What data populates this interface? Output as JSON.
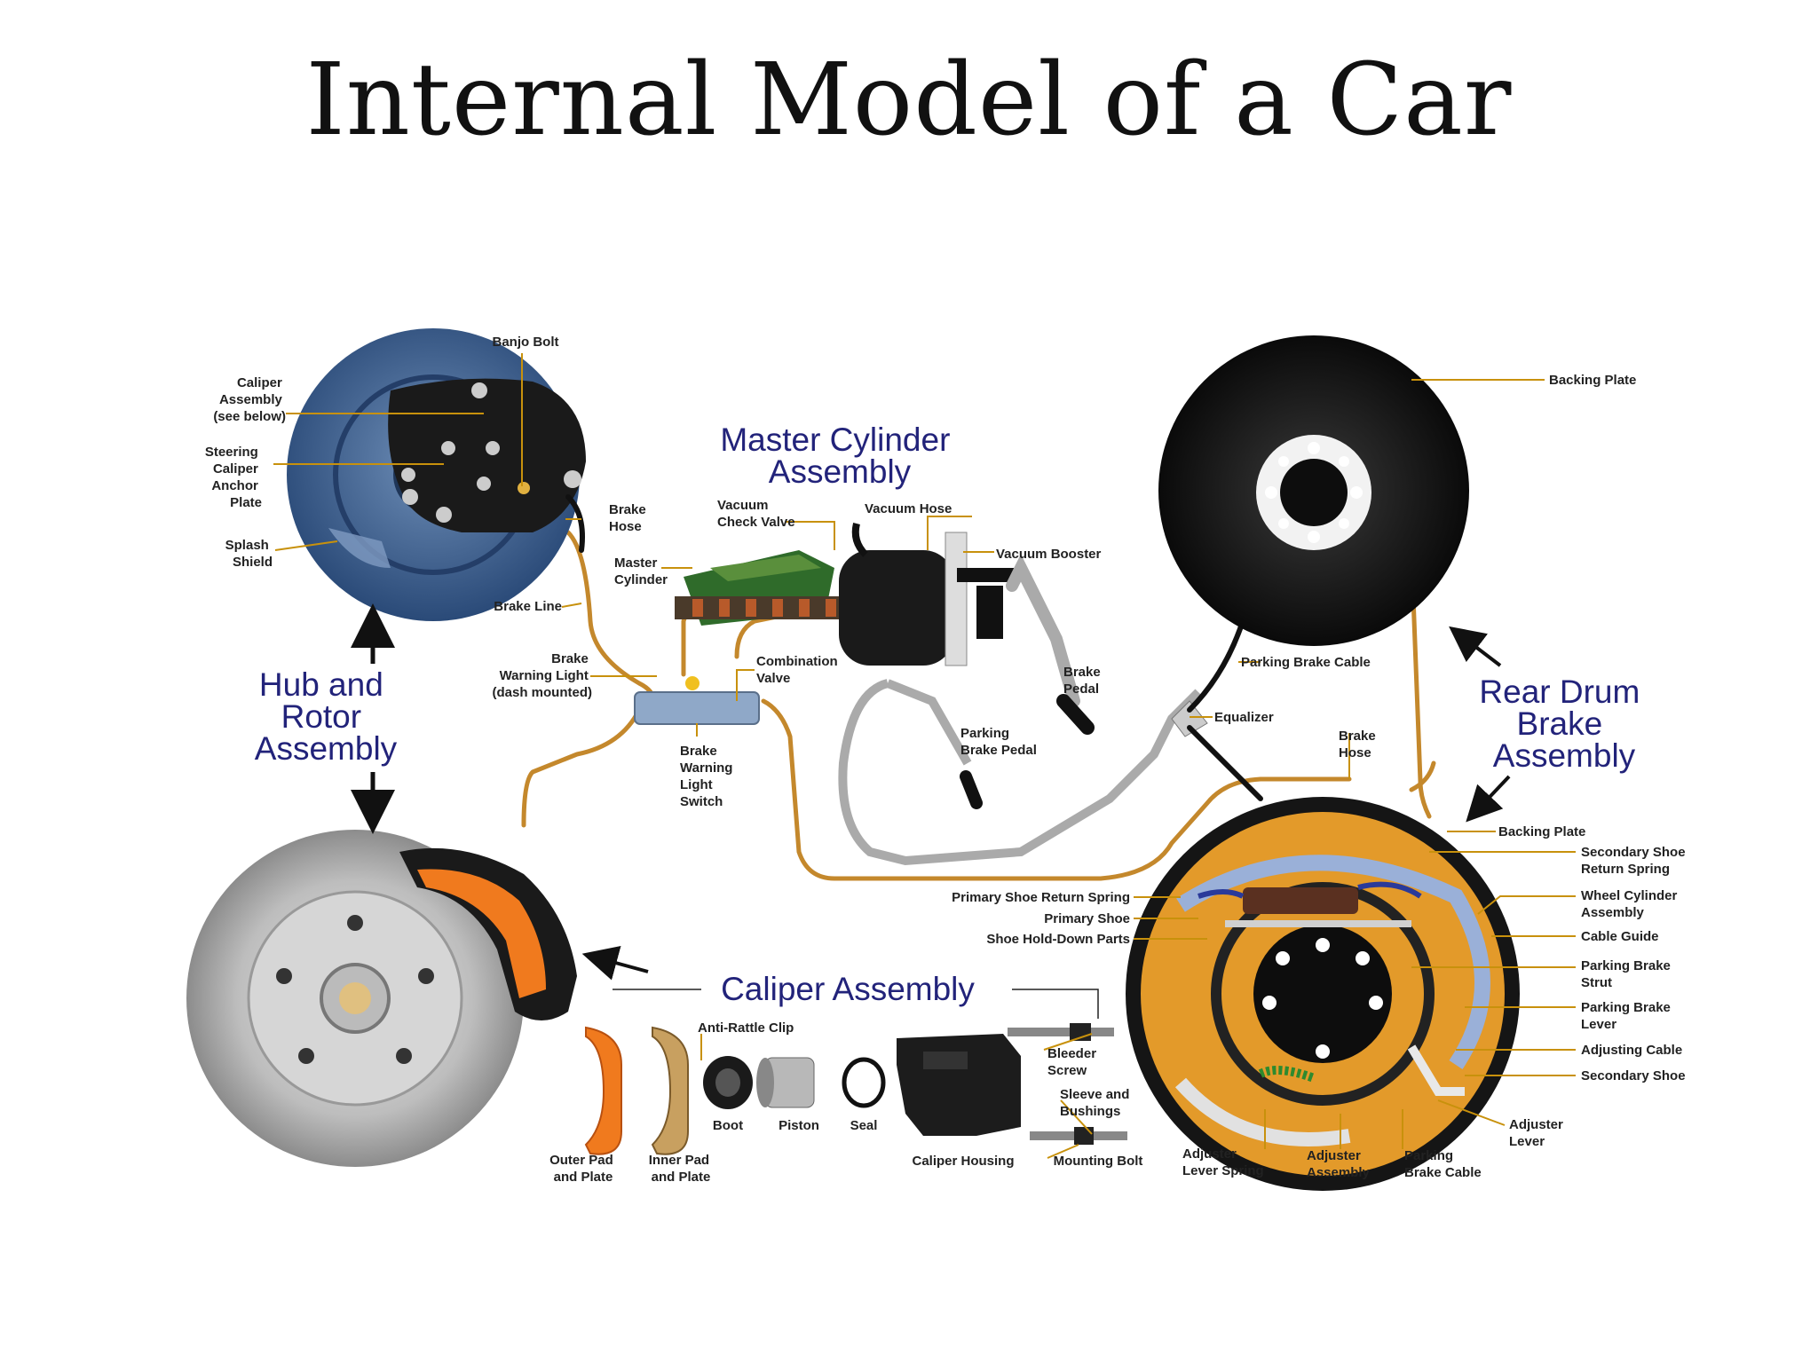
{
  "slide": {
    "title": "Internal Model of a Car"
  },
  "groups": {
    "hub_rotor": [
      "Hub and",
      "Rotor",
      "Assembly"
    ],
    "master_cylinder": [
      "Master Cylinder",
      "Assembly"
    ],
    "rear_drum": [
      "Rear Drum",
      "Brake",
      "Assembly"
    ],
    "caliper": [
      "Caliper Assembly"
    ]
  },
  "labels": {
    "banjo_bolt": [
      "Banjo Bolt"
    ],
    "caliper_assembly": [
      "Caliper",
      "Assembly",
      "(see below)"
    ],
    "steering_anchor": [
      "Steering",
      "Caliper",
      "Anchor",
      "Plate"
    ],
    "splash_shield": [
      "Splash",
      "Shield"
    ],
    "brake_hose_front": [
      "Brake",
      "Hose"
    ],
    "brake_line": [
      "Brake Line"
    ],
    "vacuum_check_valve": [
      "Vacuum",
      "Check Valve"
    ],
    "vacuum_hose": [
      "Vacuum Hose"
    ],
    "vacuum_booster": [
      "Vacuum Booster"
    ],
    "master_cylinder": [
      "Master",
      "Cylinder"
    ],
    "brake_warning_light": [
      "Brake",
      "Warning Light",
      "(dash mounted)"
    ],
    "combination_valve": [
      "Combination",
      "Valve"
    ],
    "brake_pedal": [
      "Brake",
      "Pedal"
    ],
    "parking_brake_pedal": [
      "Parking",
      "Brake Pedal"
    ],
    "brake_warning_switch": [
      "Brake",
      "Warning",
      "Light",
      "Switch"
    ],
    "backing_plate_top": [
      "Backing Plate"
    ],
    "parking_brake_cable": [
      "Parking Brake Cable"
    ],
    "equalizer": [
      "Equalizer"
    ],
    "brake_hose_rear": [
      "Brake",
      "Hose"
    ],
    "backing_plate_drum": [
      "Backing Plate"
    ],
    "secondary_shoe_return_spring": [
      "Secondary Shoe",
      "Return Spring"
    ],
    "wheel_cylinder_assembly": [
      "Wheel Cylinder",
      "Assembly"
    ],
    "cable_guide": [
      "Cable Guide"
    ],
    "parking_brake_strut": [
      "Parking Brake",
      "Strut"
    ],
    "parking_brake_lever": [
      "Parking Brake",
      "Lever"
    ],
    "adjusting_cable": [
      "Adjusting Cable"
    ],
    "secondary_shoe": [
      "Secondary Shoe"
    ],
    "adjuster_lever": [
      "Adjuster",
      "Lever"
    ],
    "primary_shoe_return_spring": [
      "Primary Shoe Return Spring"
    ],
    "primary_shoe": [
      "Primary Shoe"
    ],
    "shoe_hold_down_parts": [
      "Shoe Hold-Down Parts"
    ],
    "adjuster_lever_spring": [
      "Adjuster",
      "Lever Spring"
    ],
    "adjuster_assembly": [
      "Adjuster",
      "Assembly"
    ],
    "parking_brake_cable_bottom": [
      "Parking",
      "Brake Cable"
    ],
    "anti_rattle_clip": [
      "Anti-Rattle Clip"
    ],
    "bleeder_screw": [
      "Bleeder",
      "Screw"
    ],
    "sleeve_bushings": [
      "Sleeve and",
      "Bushings"
    ],
    "boot": [
      "Boot"
    ],
    "piston": [
      "Piston"
    ],
    "seal": [
      "Seal"
    ],
    "outer_pad": [
      "Outer Pad",
      "and Plate"
    ],
    "inner_pad": [
      "Inner Pad",
      "and Plate"
    ],
    "caliper_housing": [
      "Caliper Housing"
    ],
    "mounting_bolt": [
      "Mounting Bolt"
    ]
  },
  "colors": {
    "group_text": "#22237a",
    "brake_line": "#c4882c",
    "leader": "#c8910c",
    "pad_orange": "#f07a1e",
    "drum_orange": "#e39a2a"
  }
}
